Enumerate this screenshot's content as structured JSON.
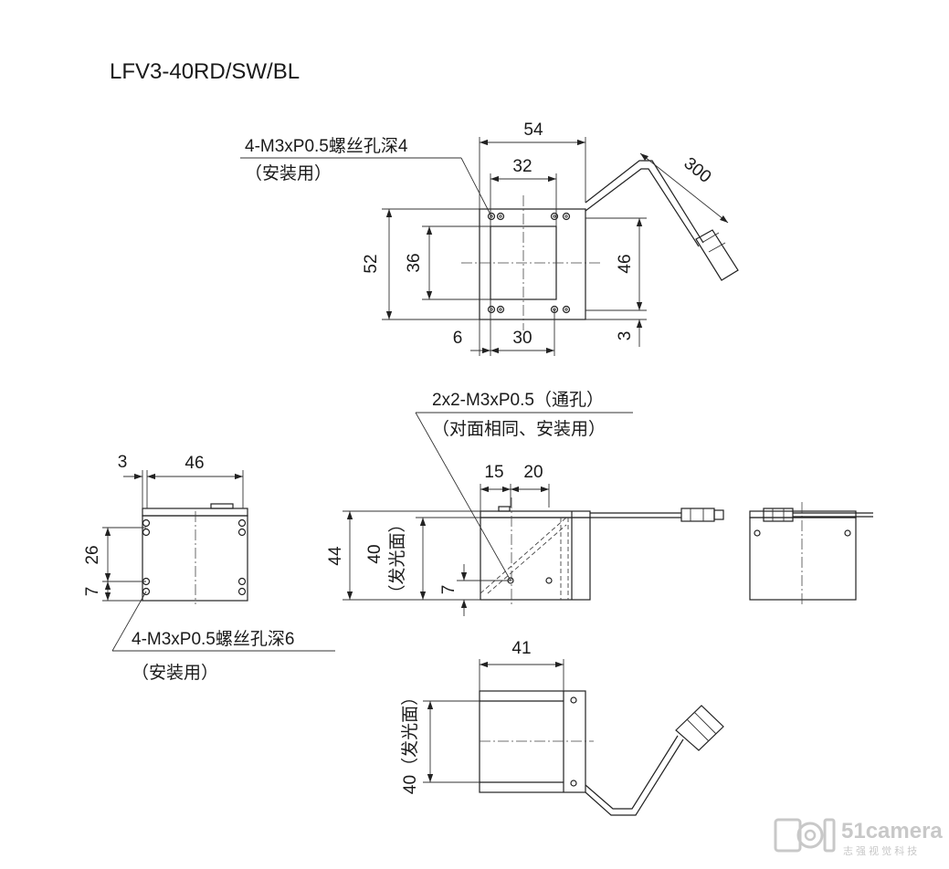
{
  "title": "LFV3-40RD/SW/BL",
  "top_view": {
    "dim_width": "54",
    "dim_inner_width": "32",
    "dim_cable": "300",
    "dim_height": "52",
    "dim_inner_height": "36",
    "dim_right": "46",
    "dim_left_offset": "6",
    "dim_bottom_width": "30",
    "dim_bottom_offset": "3",
    "note_line1": "4-M3xP0.5螺丝孔深4",
    "note_line2": "（安装用）"
  },
  "left_view": {
    "dim_top_offset": "3",
    "dim_width": "46",
    "dim_26": "26",
    "dim_7": "7",
    "note_line1": "4-M3xP0.5螺丝孔深6",
    "note_line2": "（安装用）"
  },
  "front_view": {
    "note_line1": "2x2-M3xP0.5（通孔）",
    "note_line2": "（对面相同、安装用）",
    "dim_15": "15",
    "dim_20": "20",
    "dim_44": "44",
    "dim_40": "40",
    "label_emit": "（发光面）",
    "dim_7": "7"
  },
  "bottom_view": {
    "dim_41": "41",
    "dim_40_label": "40（发光面）"
  },
  "watermark": {
    "brand": "51camera",
    "tagline": "志 强 视 觉 科 技"
  }
}
